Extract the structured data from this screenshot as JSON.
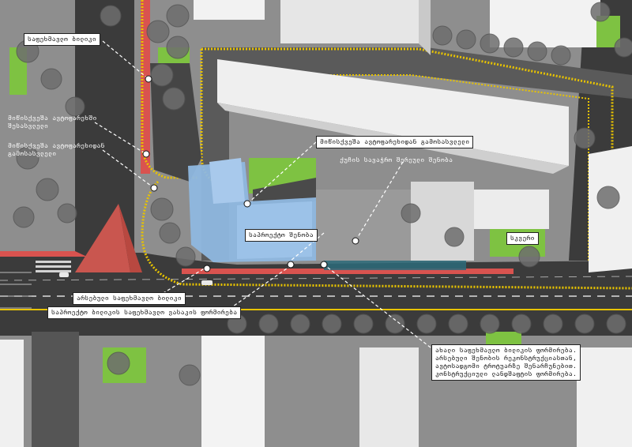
{
  "labels": {
    "bike_path": "საფეხმავლო ბილიკი",
    "pedestrian_crossing_to": "მიწისქვეშა ავტოფარეხში\nშესასვლელი",
    "pedestrian_crossing_from": "მიწისქვეშა ავტოფარეხიდან\nგამოსასვლელი",
    "parking_exit": "მიწისქვეშა ავტოფარეხიდან გამოსასვლელი",
    "kiosk_area": "ქუჩის სავაჭრო შერეული შენობა",
    "public_building": "საპროექტო შენობა",
    "square": "სკვერი",
    "existing_path": "არსებული საფეხმავლო ბილიკი",
    "project_sidewalk": "საპროექტო ბილიკის საფეხმავლო ვასაკის ფორმირება",
    "note": "ახალი საფეხმავლო ბილიკის ფორმირება.\nარსებული შენობის რეკონსტრუქციასთან,\nავტოსადგომი ტროტუარზე შენარჩუნებით.\nკონსტრუქციული ლანდშაფტის ფორმირება."
  },
  "colors": {
    "road": "#3a3a3a",
    "bike_lane": "#d9534f",
    "yellow_line": "#e8c300",
    "building_blue": "#8fb8e0",
    "green": "#7ec242",
    "tree": "#6e6e6e"
  }
}
